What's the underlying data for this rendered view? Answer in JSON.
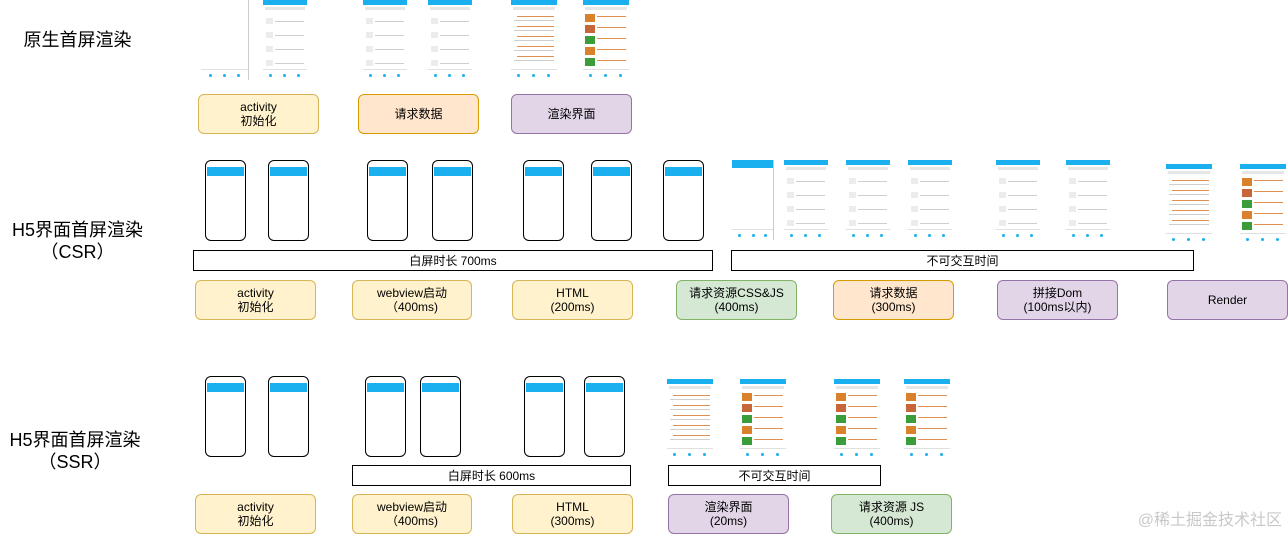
{
  "rows": {
    "native": {
      "title": "原生首屏渲染"
    },
    "csr": {
      "title_line1": "H5界面首屏渲染",
      "title_line2": "（CSR）"
    },
    "ssr": {
      "title_line1": "H5界面首屏渲染",
      "title_line2": "（SSR）"
    }
  },
  "native_steps": [
    {
      "line1": "activity",
      "line2": "初始化",
      "color": "#fff2cc"
    },
    {
      "line1": "请求数据",
      "line2": "",
      "color": "#ffe6cc"
    },
    {
      "line1": "渲染界面",
      "line2": "",
      "color": "#e1d5e7"
    }
  ],
  "csr_bars": {
    "white_screen": "白屏时长 700ms",
    "non_interactive": "不可交互时间"
  },
  "csr_steps": [
    {
      "line1": "activity",
      "line2": "初始化",
      "color": "#fff2cc"
    },
    {
      "line1": "webview启动",
      "line2": "（400ms)",
      "color": "#fff2cc"
    },
    {
      "line1": "HTML",
      "line2": "(200ms)",
      "color": "#fff2cc"
    },
    {
      "line1": "请求资源CSS&JS",
      "line2": "(400ms)",
      "color": "#d5e8d4"
    },
    {
      "line1": "请求数据",
      "line2": "(300ms)",
      "color": "#ffe6cc"
    },
    {
      "line1": "拼接Dom",
      "line2": "(100ms以内)",
      "color": "#e1d5e7"
    },
    {
      "line1": "Render",
      "line2": "",
      "color": "#e1d5e7"
    }
  ],
  "ssr_bars": {
    "white_screen": "白屏时长 600ms",
    "non_interactive": "不可交互时间"
  },
  "ssr_steps": [
    {
      "line1": "activity",
      "line2": "初始化",
      "color": "#fff2cc"
    },
    {
      "line1": "webview启动",
      "line2": "（400ms)",
      "color": "#fff2cc"
    },
    {
      "line1": "HTML",
      "line2": "(300ms)",
      "color": "#fff2cc"
    },
    {
      "line1": "渲染界面",
      "line2": "(20ms)",
      "color": "#e1d5e7"
    },
    {
      "line1": "请求资源 JS",
      "line2": "(400ms)",
      "color": "#d5e8d4"
    }
  ],
  "watermark": "@稀土掘金技术社区"
}
